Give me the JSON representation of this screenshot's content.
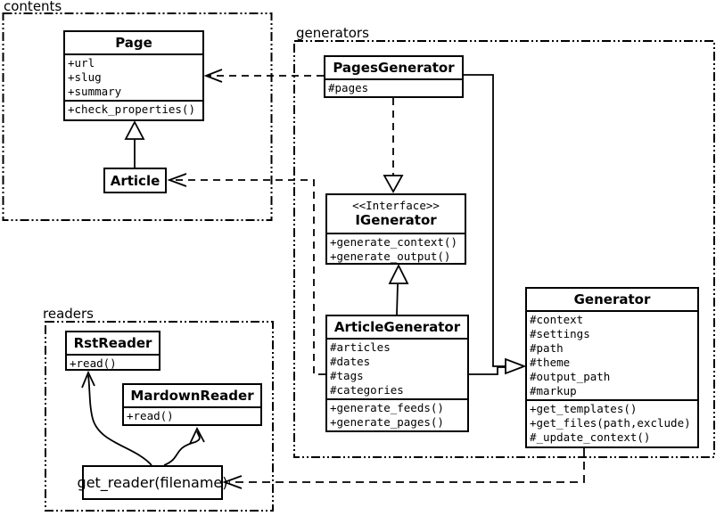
{
  "packages": {
    "contents": {
      "label": "contents"
    },
    "generators": {
      "label": "generators"
    },
    "readers": {
      "label": "readers"
    }
  },
  "classes": {
    "page": {
      "name": "Page",
      "attributes": [
        "+url",
        "+slug",
        "+summary"
      ],
      "methods": [
        "+check_properties()"
      ]
    },
    "article": {
      "name": "Article"
    },
    "pages_generator": {
      "name": "PagesGenerator",
      "attributes": [
        "#pages"
      ]
    },
    "igenerator": {
      "stereotype": "<<Interface>>",
      "name": "IGenerator",
      "methods": [
        "+generate_context()",
        "+generate_output()"
      ]
    },
    "article_generator": {
      "name": "ArticleGenerator",
      "attributes": [
        "#articles",
        "#dates",
        "#tags",
        "#categories"
      ],
      "methods": [
        "+generate_feeds()",
        "+generate_pages()"
      ]
    },
    "generator": {
      "name": "Generator",
      "attributes": [
        "#context",
        "#settings",
        "#path",
        "#theme",
        "#output_path",
        "#markup"
      ],
      "methods": [
        "+get_templates()",
        "+get_files(path,exclude)",
        "#_update_context()"
      ]
    },
    "rst_reader": {
      "name": "RstReader",
      "methods": [
        "+read()"
      ]
    },
    "mardown_reader": {
      "name": "MardownReader",
      "methods": [
        "+read()"
      ]
    },
    "get_reader": {
      "name": "get_reader(filename)"
    }
  },
  "relationships": [
    {
      "from": "Article",
      "to": "Page",
      "type": "generalization",
      "style": "solid"
    },
    {
      "from": "PagesGenerator",
      "to": "Page",
      "type": "dependency",
      "style": "dashed"
    },
    {
      "from": "PagesGenerator",
      "to": "IGenerator",
      "type": "realization",
      "style": "dashed"
    },
    {
      "from": "ArticleGenerator",
      "to": "IGenerator",
      "type": "generalization",
      "style": "solid"
    },
    {
      "from": "ArticleGenerator",
      "to": "Article",
      "type": "dependency",
      "style": "dashed"
    },
    {
      "from": "PagesGenerator",
      "to": "Generator",
      "type": "generalization",
      "style": "solid"
    },
    {
      "from": "ArticleGenerator",
      "to": "Generator",
      "type": "generalization",
      "style": "solid"
    },
    {
      "from": "Generator",
      "to": "get_reader(filename)",
      "type": "dependency",
      "style": "dashed"
    },
    {
      "from": "get_reader(filename)",
      "to": "RstReader",
      "type": "association",
      "style": "solid-curved"
    },
    {
      "from": "get_reader(filename)",
      "to": "MardownReader",
      "type": "association",
      "style": "solid-curved"
    }
  ],
  "colors": {
    "stroke": "#000000",
    "background": "#ffffff",
    "text": "#000000"
  }
}
